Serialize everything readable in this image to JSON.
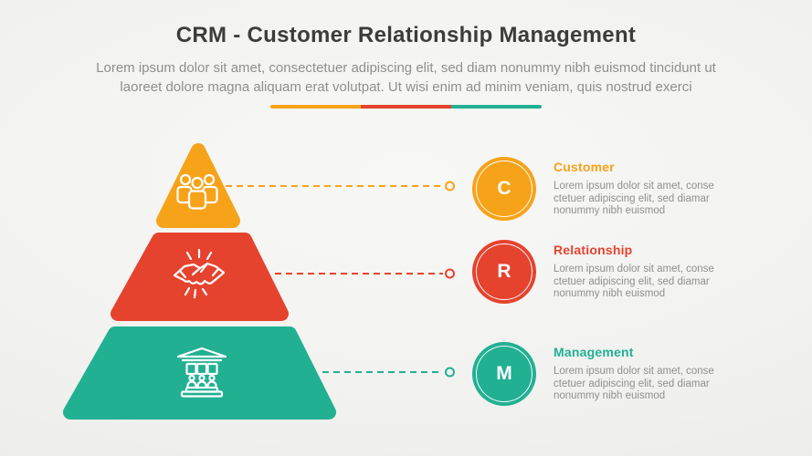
{
  "header": {
    "title": "CRM - Customer Relationship Management",
    "subtitle_lines": [
      "Lorem ipsum dolor sit amet, consectetuer adipiscing elit, sed diam nonummy nibh euismod tincidunt ut",
      "laoreet dolore magna aliquam erat volutpat. Ut wisi enim ad minim veniam, quis nostrud exerci"
    ]
  },
  "colors": {
    "customer": "#F7A31A",
    "relationship": "#E5432E",
    "management": "#22B093",
    "heading": "#3C3C3C",
    "body": "#8F8F8F",
    "icon": "#FFFFFF",
    "background": "#F2F2F0"
  },
  "items": [
    {
      "label": "Customer",
      "letter": "C",
      "icon": "people-group-icon",
      "description_lines": [
        "Lorem ipsum dolor sit amet, conse",
        "ctetuer adipiscing elit, sed diamar",
        "nonummy nibh euismod"
      ]
    },
    {
      "label": "Relationship",
      "letter": "R",
      "icon": "handshake-icon",
      "description_lines": [
        "Lorem ipsum dolor sit amet, conse",
        "ctetuer adipiscing elit, sed diamar",
        "nonummy nibh euismod"
      ]
    },
    {
      "label": "Management",
      "letter": "M",
      "icon": "bank-building-icon",
      "description_lines": [
        "Lorem ipsum dolor sit amet, conse",
        "ctetuer adipiscing elit, sed diamar",
        "nonummy nibh euismod"
      ]
    }
  ]
}
